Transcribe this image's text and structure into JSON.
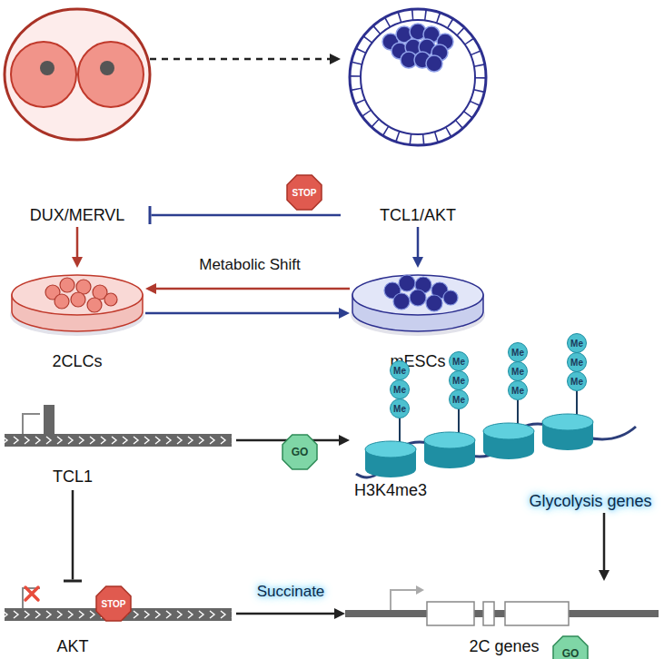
{
  "diagram": {
    "nodes": [
      {
        "text": [
          "DUX/MERVL"
        ]
      },
      {
        "text": [
          "TCL1/AKT"
        ]
      },
      {
        "text": [
          "2CLCs"
        ]
      },
      {
        "text": [
          "mESCs"
        ]
      },
      {
        "text": [
          "TCL1"
        ]
      },
      {
        "text": [
          "H3K4me3",
          "Glycolysis genes"
        ]
      },
      {
        "text": [
          "Me"
        ],
        "in": 5
      },
      {
        "text": [
          "Me"
        ],
        "in": 5
      },
      {
        "text": [
          "Me"
        ],
        "in": 5
      },
      {
        "text": [
          "Me"
        ],
        "in": 5
      },
      {
        "text": [
          "Me"
        ],
        "in": 5
      },
      {
        "text": [
          "Me"
        ],
        "in": 5
      },
      {
        "text": [
          "Me"
        ],
        "in": 5
      },
      {
        "text": [
          "Me"
        ],
        "in": 5
      },
      {
        "text": [
          "Me"
        ],
        "in": 5
      },
      {
        "text": [
          "Me"
        ],
        "in": 5
      },
      {
        "text": [
          "Me"
        ],
        "in": 5
      },
      {
        "text": [
          "Me"
        ],
        "in": 5
      },
      {
        "text": [
          "AKT"
        ]
      },
      {
        "text": [
          "2C genes"
        ]
      }
    ],
    "edges": [
      {
        "from": 0,
        "to": 1,
        "arrow": "to"
      },
      {
        "from": 1,
        "to": 0,
        "label": "STOP",
        "arrow": "to"
      },
      {
        "from": 0,
        "to": 2,
        "arrow": "to"
      },
      {
        "from": 1,
        "to": 3,
        "arrow": "to"
      },
      {
        "from": 3,
        "to": 2,
        "label": "Metabolic Shift",
        "arrow": "to"
      },
      {
        "from": 2,
        "to": 3,
        "arrow": "to"
      },
      {
        "from": 4,
        "to": 5,
        "label": "GO",
        "arrow": "to"
      },
      {
        "from": 4,
        "to": 18,
        "label": "STOP",
        "arrow": "to"
      },
      {
        "from": 5,
        "to": 19,
        "label": "GO",
        "arrow": "to"
      },
      {
        "from": 18,
        "to": 19,
        "label": "GO",
        "arrow": "to"
      }
    ],
    "labels": [
      "Succinate"
    ]
  }
}
